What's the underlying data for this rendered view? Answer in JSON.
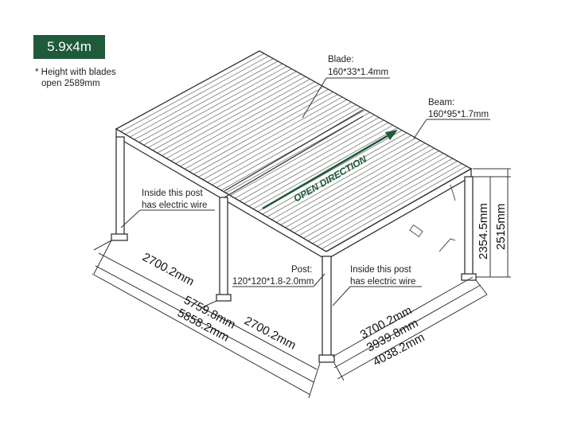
{
  "badge": "5.9x4m",
  "note": {
    "line1": "* Height with blades",
    "line2": "open 2589mm"
  },
  "labels": {
    "blade_title": "Blade:",
    "blade_spec": "160*33*1.4mm",
    "beam_title": "Beam:",
    "beam_spec": "160*95*1.7mm",
    "post_title": "Post:",
    "post_spec": "120*120*1.8-2.0mm",
    "electric_left_1": "Inside this post",
    "electric_left_2": "has electric wire",
    "electric_right_1": "Inside this post",
    "electric_right_2": "has electric wire",
    "open_direction": "OPEN DIRECTION"
  },
  "dimensions": {
    "left_width_a": "2700.2mm",
    "left_width_b": "2700.2mm",
    "total_length_inner": "5759.8mm",
    "total_length_outer": "5858.2mm",
    "depth_inner": "3700.2mm",
    "depth_mid": "3939.8mm",
    "depth_outer": "4038.2mm",
    "height_clear": "2354.5mm",
    "height_total": "2515mm"
  },
  "colors": {
    "accent": "#1f5a3a",
    "line": "#333333"
  }
}
